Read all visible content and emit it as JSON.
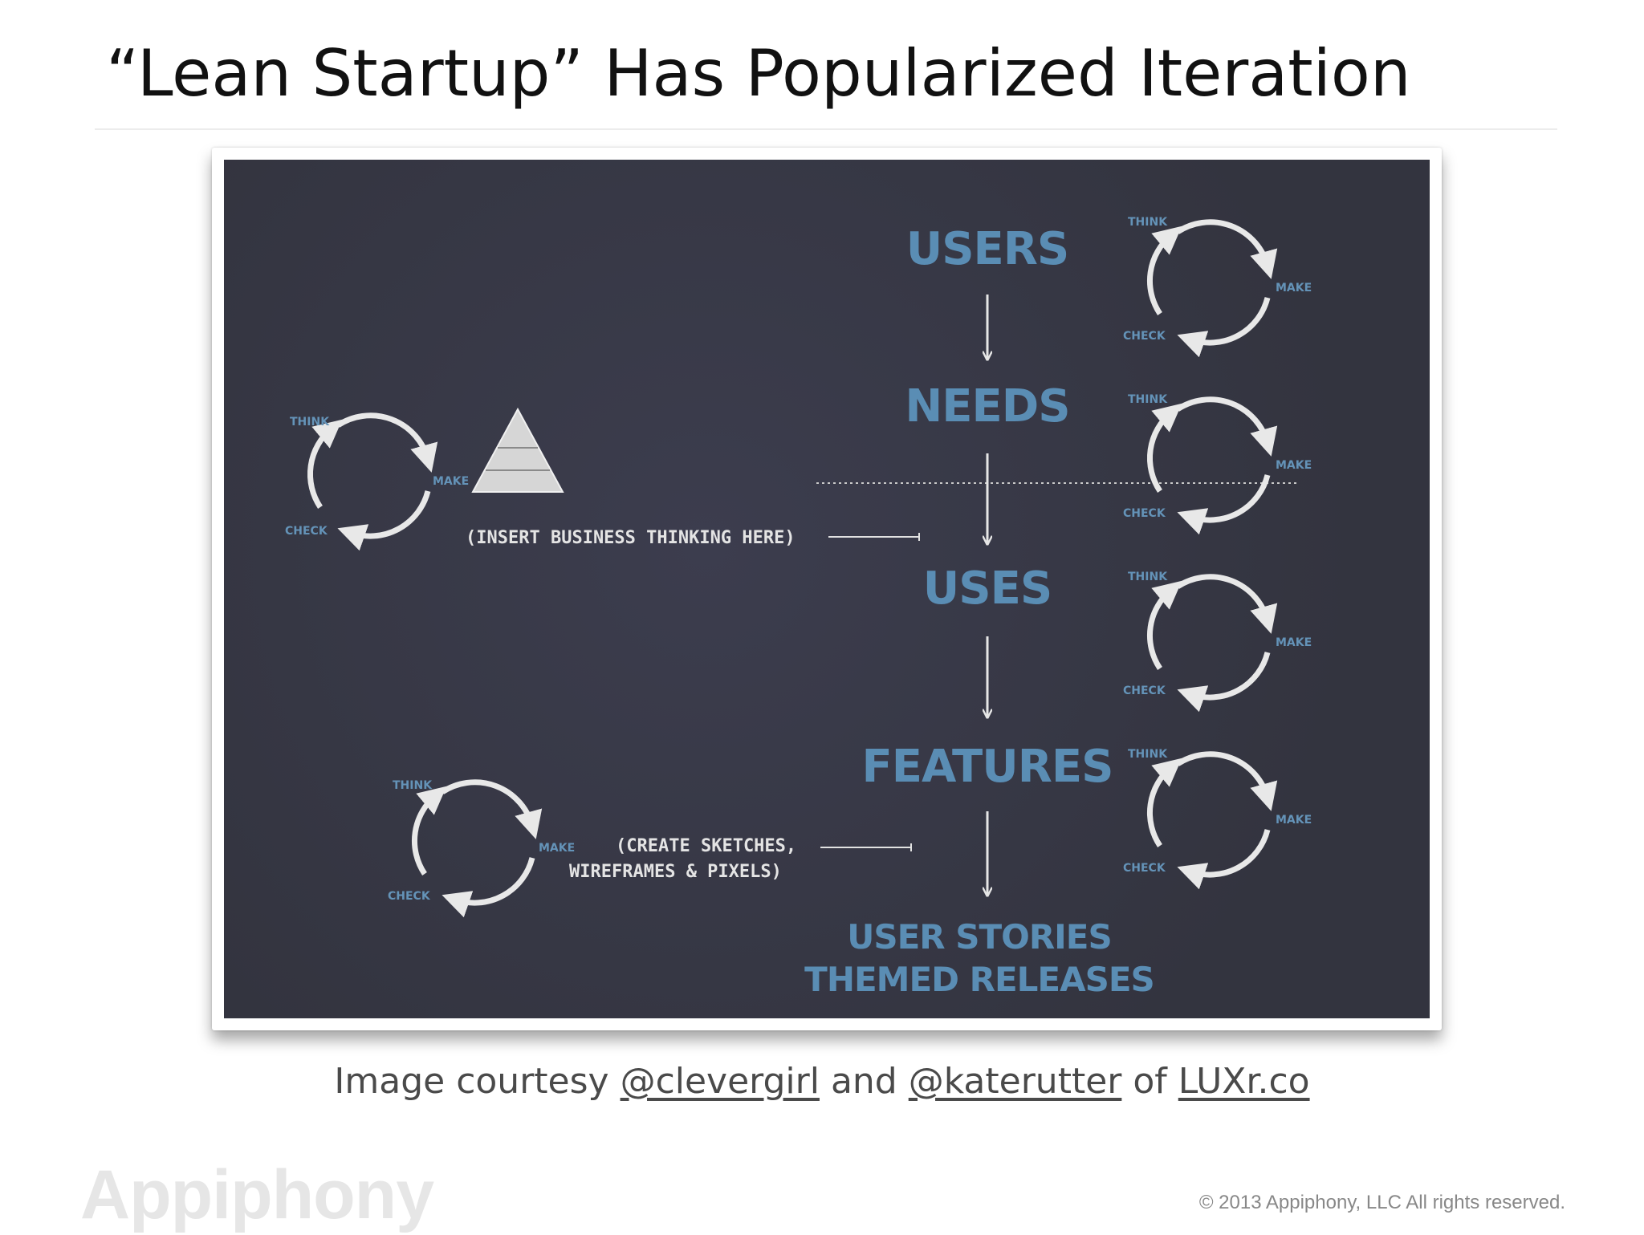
{
  "slide": {
    "title": "“Lean Startup” Has Popularized Iteration"
  },
  "diagram": {
    "stages": [
      "USERS",
      "NEEDS",
      "USES",
      "FEATURES"
    ],
    "final_stage": [
      "USER STORIES",
      "THEMED RELEASES"
    ],
    "cycle_words": {
      "think": "THINK",
      "make": "MAKE",
      "check": "CHECK"
    },
    "notes": {
      "business": "(INSERT BUSINESS THINKING HERE)",
      "sketches_line1": "(CREATE SKETCHES,",
      "sketches_line2": "WIREFRAMES & PIXELS)"
    },
    "colors": {
      "board": "#363747",
      "label": "#5a8db4",
      "chalk": "#e4e4e4"
    }
  },
  "caption": {
    "prefix": "Image courtesy ",
    "link1": "@clevergirl",
    "mid1": " and ",
    "link2": "@katerutter",
    "mid2": " of ",
    "link3": "LUXr.co"
  },
  "footer": {
    "logo": "Appiphony",
    "copyright": "© 2013 Appiphony, LLC All rights reserved."
  }
}
